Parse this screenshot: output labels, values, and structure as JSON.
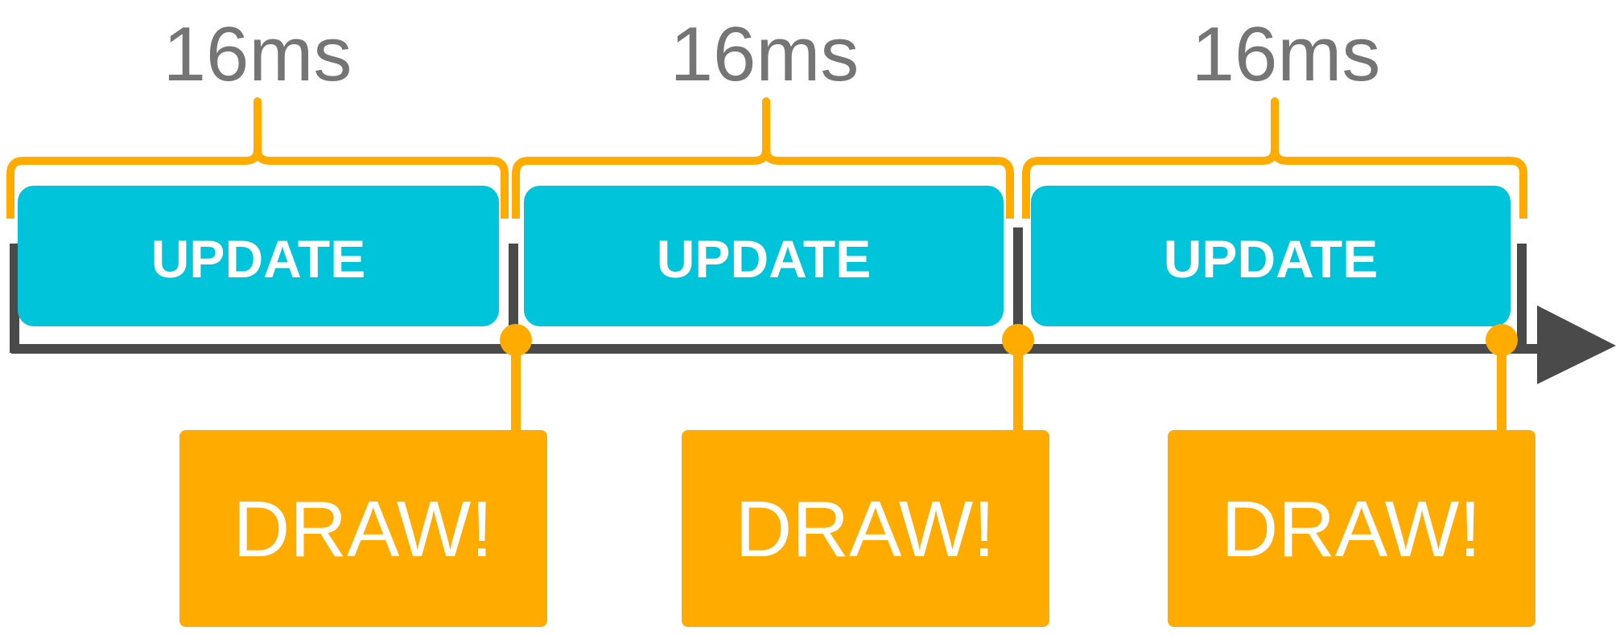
{
  "diagram": {
    "frames": [
      {
        "duration_label": "16ms",
        "phase_label": "UPDATE",
        "render_label": "DRAW!"
      },
      {
        "duration_label": "16ms",
        "phase_label": "UPDATE",
        "render_label": "DRAW!"
      },
      {
        "duration_label": "16ms",
        "phase_label": "UPDATE",
        "render_label": "DRAW!"
      }
    ],
    "colors": {
      "timeline": "#4a4a4a",
      "bracket": "#ffab00",
      "update_block": "#00c4d9",
      "draw_block": "#ffab00",
      "label_text": "#757575",
      "block_text": "#ffffff"
    }
  }
}
